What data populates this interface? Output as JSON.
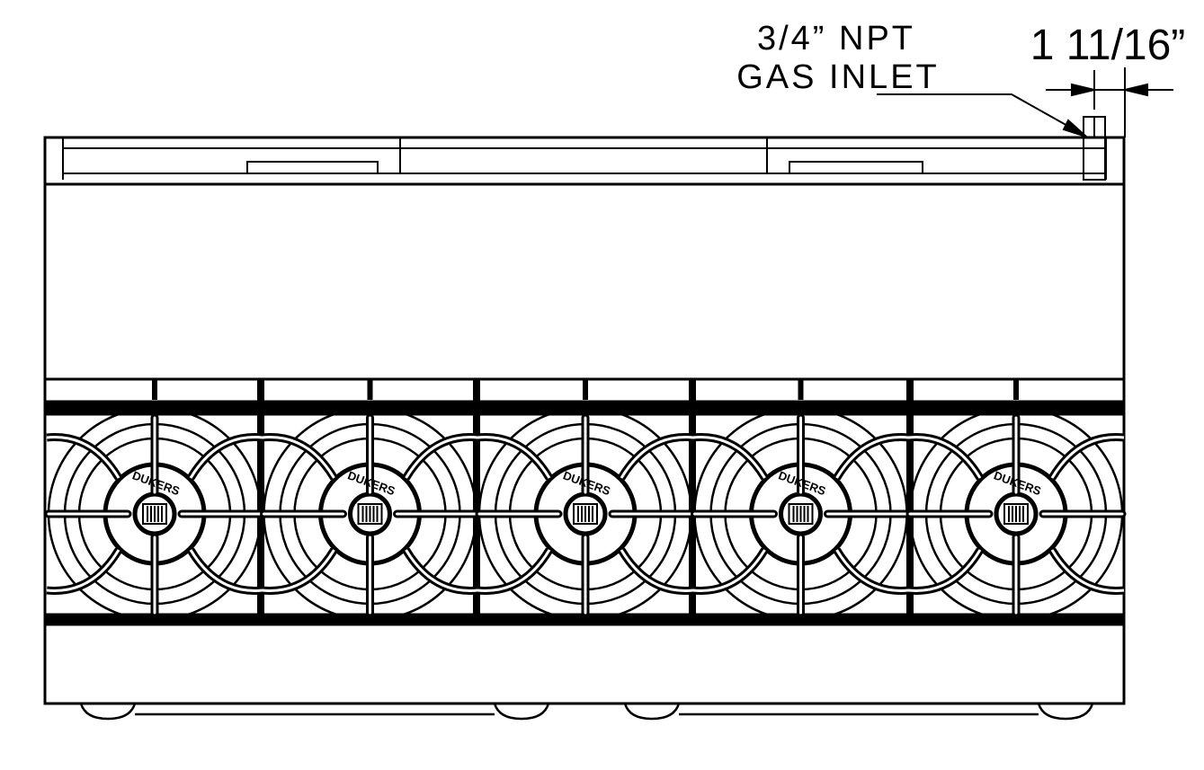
{
  "annotations": {
    "inlet_line1": "3/4” NPT",
    "inlet_line2": "GAS INLET",
    "dimension": "1 11/16”"
  },
  "burners": {
    "count": 5,
    "logo_text": "DUKERS"
  },
  "colors": {
    "line": "#000000",
    "background": "#ffffff"
  }
}
